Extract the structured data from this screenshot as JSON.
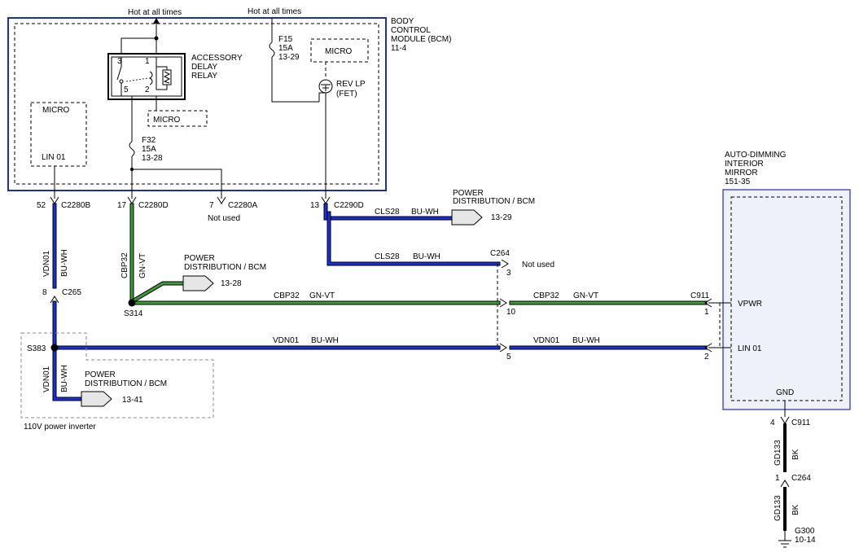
{
  "labels": {
    "hot1": "Hot at all times",
    "hot2": "Hot at all times",
    "bcm_title": [
      "BODY",
      "CONTROL",
      "MODULE (BCM)",
      "11-4"
    ],
    "relay_title": [
      "ACCESSORY",
      "DELAY",
      "RELAY"
    ],
    "relay_pins": [
      "3",
      "1",
      "5",
      "2"
    ],
    "micro": "MICRO",
    "lin01": "LIN 01",
    "f15": [
      "F15",
      "15A",
      "13-29"
    ],
    "f32": [
      "F32",
      "15A",
      "13-28"
    ],
    "rev_lp": [
      "REV LP",
      "(FET)"
    ],
    "c2280b": "C2280B",
    "c2280d": "C2280D",
    "c2280a": "C2280A",
    "c2290d": "C2290D",
    "pin52": "52",
    "pin17": "17",
    "pin7": "7",
    "pin13": "13",
    "not_used": "Not used",
    "pd_text": [
      "POWER",
      "DISTRIBUTION / BCM"
    ],
    "pd_ref_1329": "13-29",
    "pd_ref_1328": "13-28",
    "pd_ref_1341": "13-41",
    "cls28": "CLS28",
    "buwh": "BU-WH",
    "gnvt": "GN-VT",
    "vdn01": "VDN01",
    "cbp32": "CBP32",
    "c264": "C264",
    "c265": "C265",
    "pin8": "8",
    "s314": "S314",
    "s383": "S383",
    "inverter": "110V power inverter",
    "pin3": "3",
    "pin10": "10",
    "pin5": "5",
    "c911": "C911",
    "pin1": "1",
    "pin2": "2",
    "vpwr": "VPWR",
    "gnd": "GND",
    "mirror_title": [
      "AUTO-DIMMING",
      "INTERIOR",
      "MIRROR",
      "151-35"
    ],
    "pin4": "4",
    "gd133": "GD133",
    "bk": "BK",
    "g300": [
      "G300",
      "10-14"
    ]
  }
}
